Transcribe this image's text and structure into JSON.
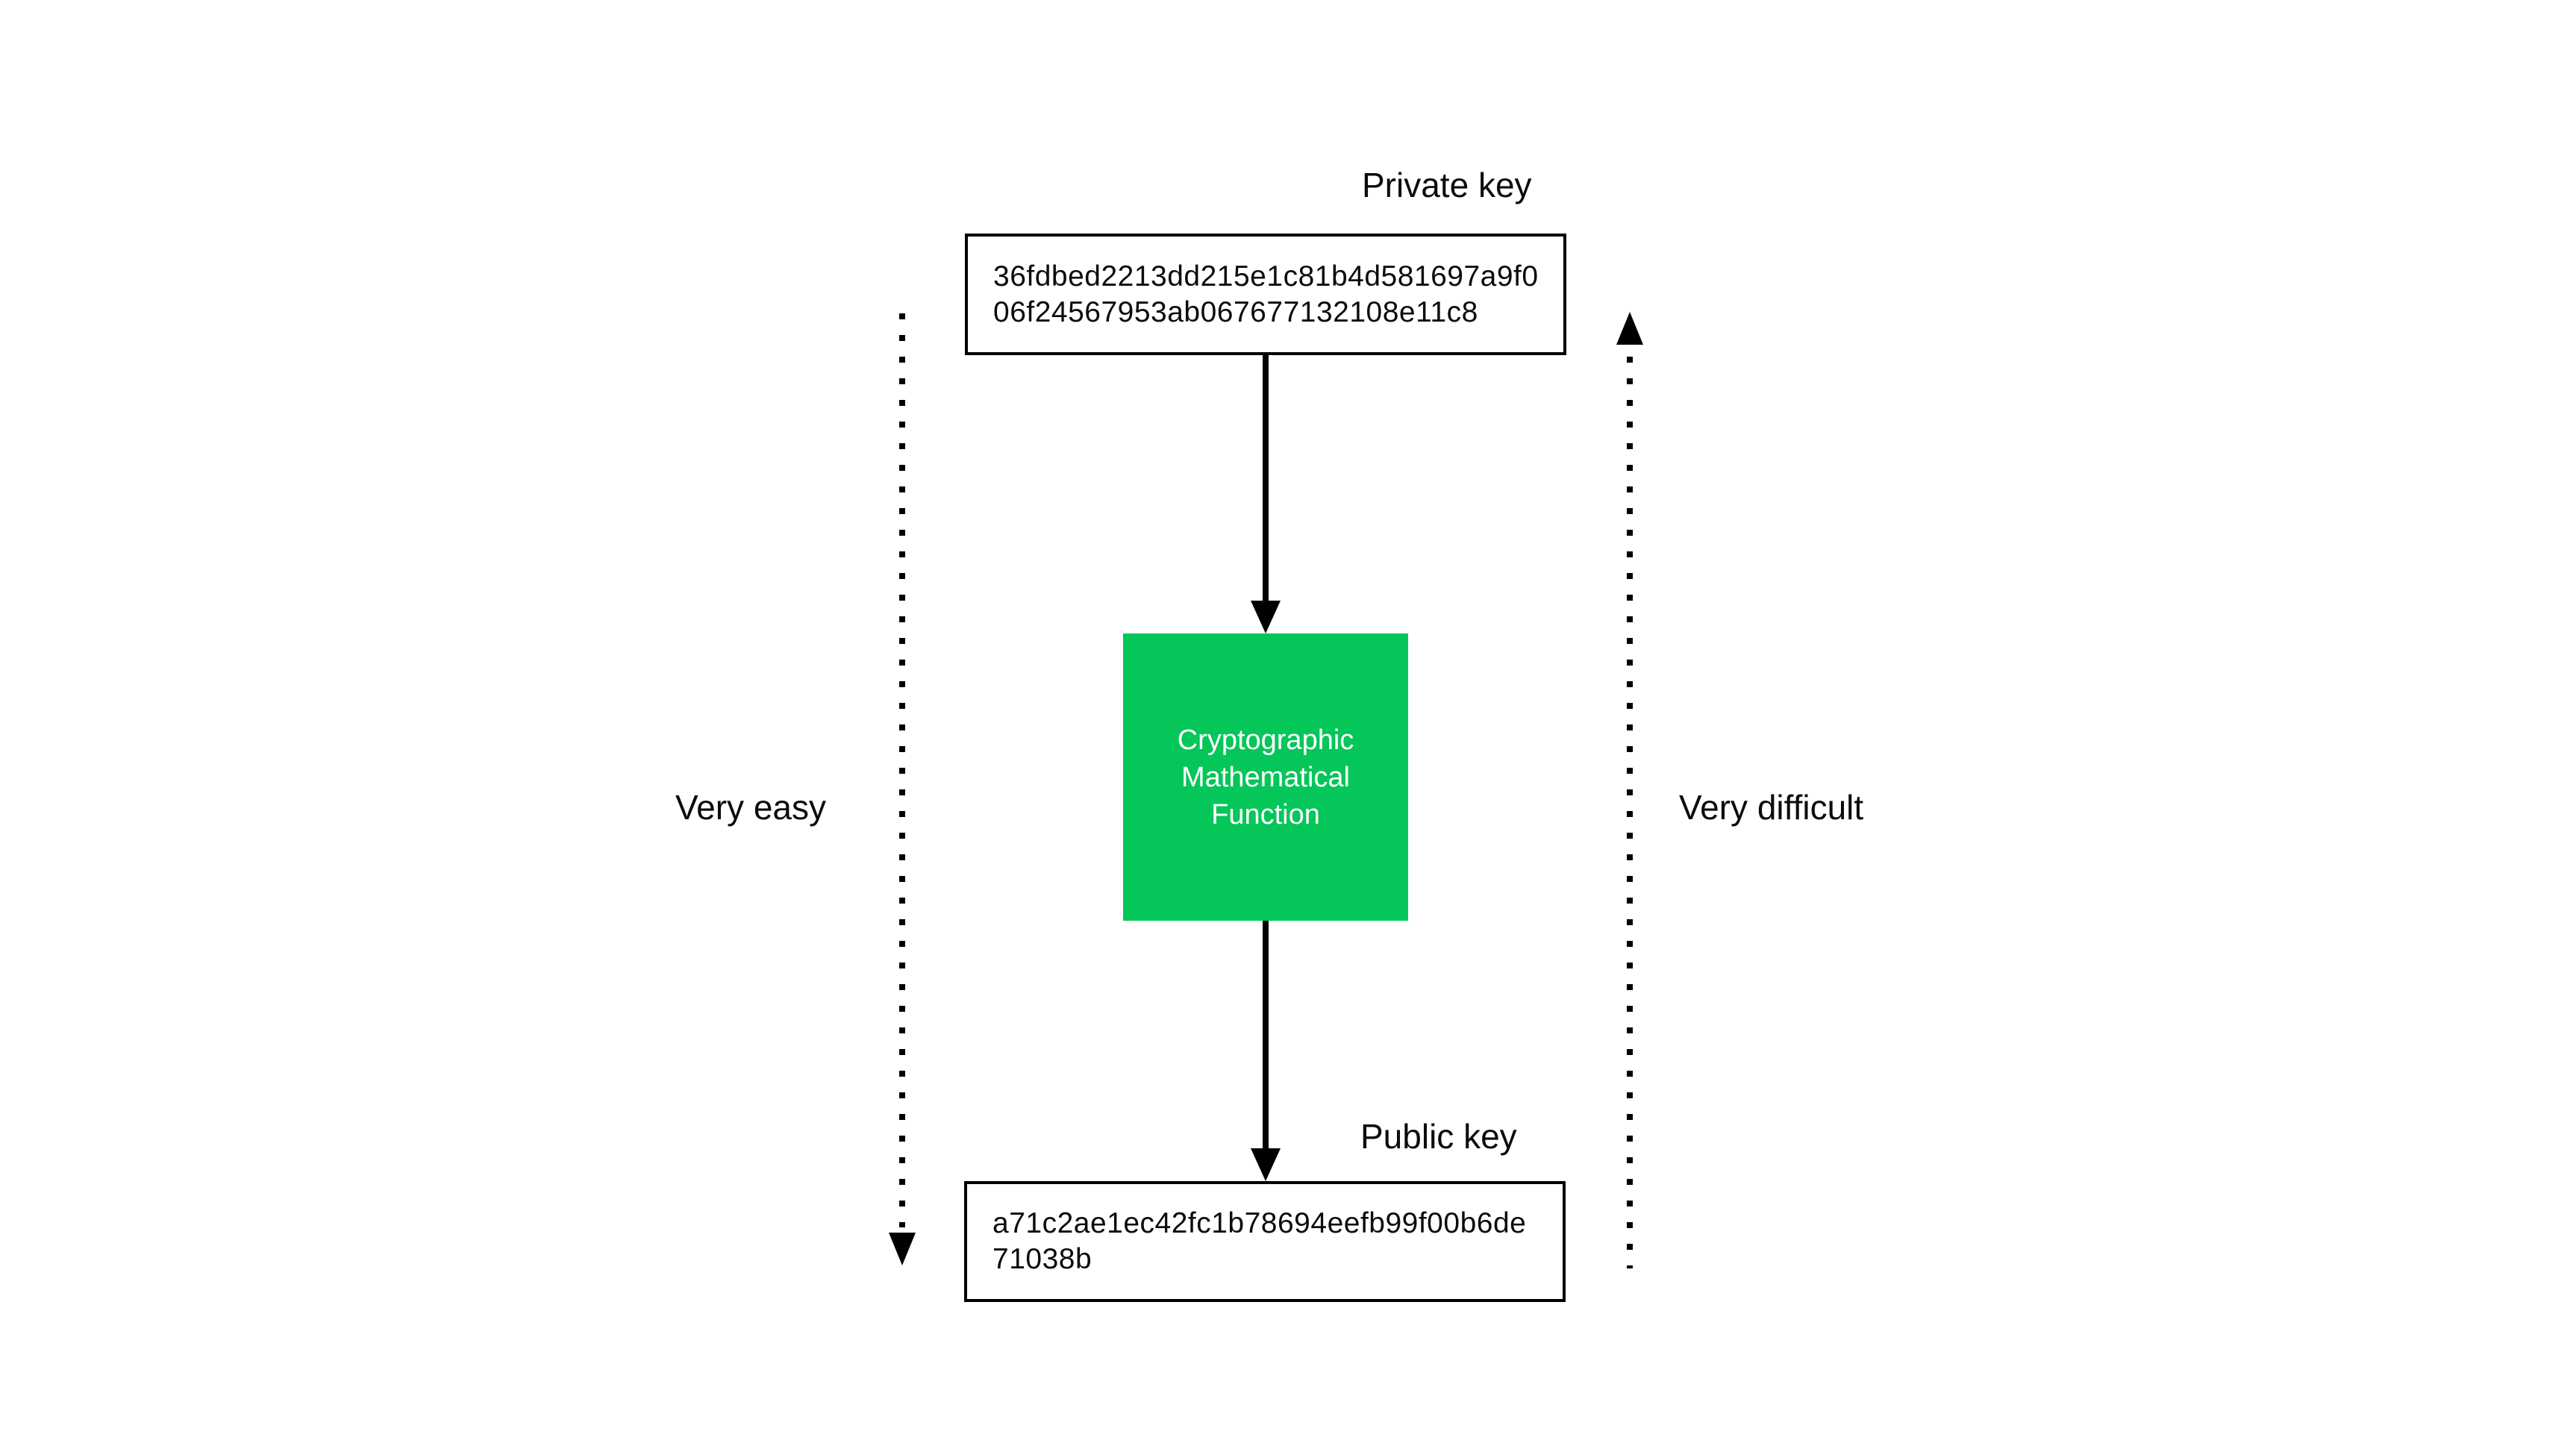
{
  "diagram": {
    "background": "#FFFFFF",
    "private_key": {
      "label": "Private key",
      "value_lines": [
        "36fdbed2213dd215e1c81b4d581697a9f0",
        "06f24567953ab067677132108e11c8"
      ]
    },
    "function_box": {
      "lines": [
        "Cryptographic",
        "Mathematical",
        "Function"
      ],
      "bg_color": "#04C659",
      "text_color": "#FFFFFF"
    },
    "public_key": {
      "label": "Public key",
      "value_lines": [
        "a71c2ae1ec42fc1b78694eefb99f00b6de",
        "71038b"
      ]
    },
    "annotations": {
      "left": "Very easy",
      "right": "Very difficult"
    },
    "colors": {
      "line": "#000000",
      "box_border": "#000000",
      "text": "#0C0C0C"
    }
  }
}
